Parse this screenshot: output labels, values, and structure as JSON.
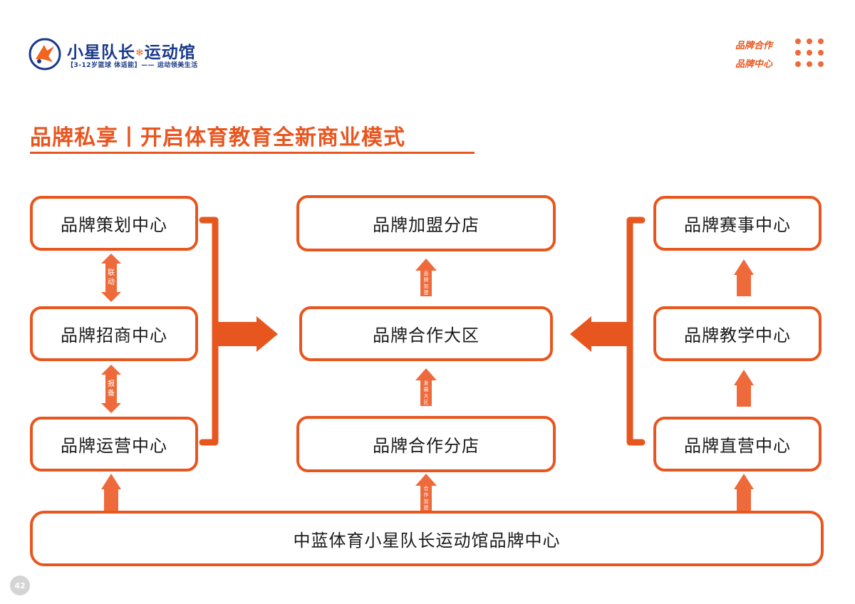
{
  "logo": {
    "title_part1": "小星队长",
    "title_part2": "运动馆",
    "subtitle": "【3-12岁篮球 体适能】—— 运动领美生活"
  },
  "top_right": {
    "line1": "品牌合作",
    "line2": "品牌中心"
  },
  "section_title": "品牌私享丨开启体育教育全新商业模式",
  "left_column": {
    "box1": "品牌策划中心",
    "box2": "品牌招商中心",
    "box3": "品牌运营中心",
    "link1": "联动",
    "link2": "报备"
  },
  "center_column": {
    "box1": "品牌加盟分店",
    "box2": "品牌合作大区",
    "box3": "品牌合作分店",
    "arrow1": "品牌加盟",
    "arrow2": "发展大区",
    "arrow3": "合作加盟"
  },
  "right_column": {
    "box1": "品牌赛事中心",
    "box2": "品牌教学中心",
    "box3": "品牌直营中心"
  },
  "bottom_box": "中蓝体育小星队长运动馆品牌中心",
  "page_number": "42",
  "colors": {
    "accent": "#e8561f",
    "arrow": "#ef6a3a",
    "brand_blue": "#1b3a8c"
  }
}
